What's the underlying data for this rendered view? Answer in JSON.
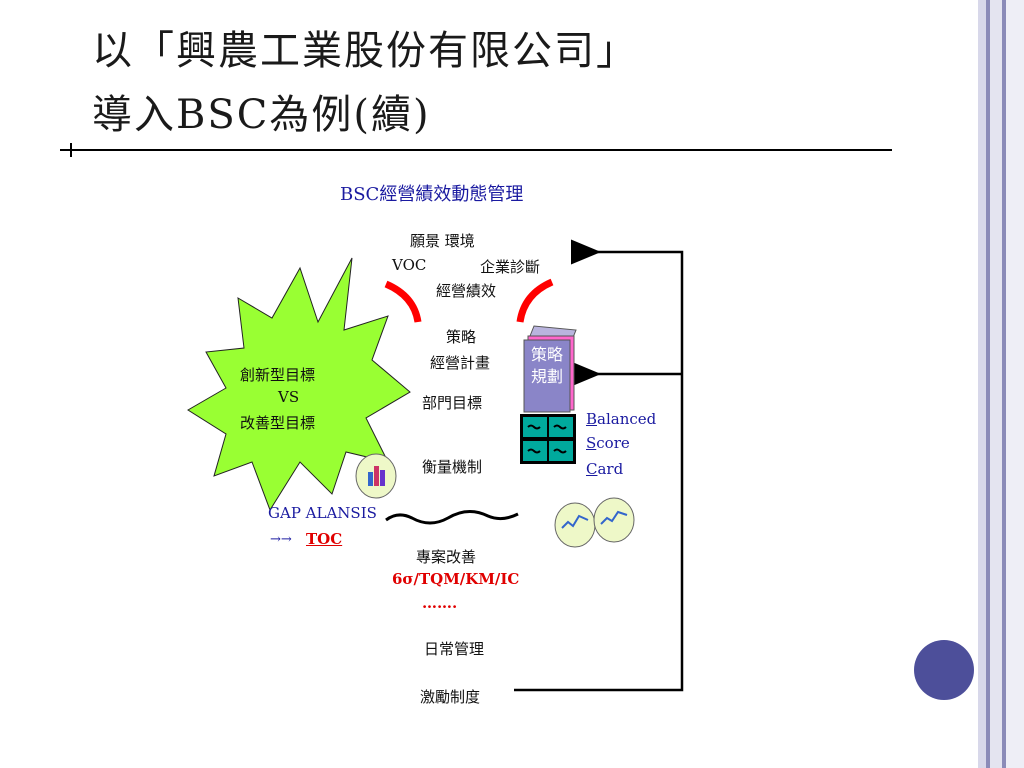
{
  "title": {
    "line1": "以「興農工業股份有限公司」",
    "line2": "導入BSC為例(續)"
  },
  "diagram": {
    "heading": "BSC經營績效動態管理",
    "vision": "願景 環境",
    "voc": "VOC",
    "diagnosis": "企業診斷",
    "performance": "經營績效",
    "strategy": "策略",
    "business_plan": "經營計畫",
    "dept_goals": "部門目標",
    "measurement": "衡量機制",
    "project_improvement": "專案改善",
    "methods": "6σ/TQM/KM/IC",
    "ellipsis": "…….",
    "daily_mgmt": "日常管理",
    "incentive": "激勵制度",
    "star_line1": "創新型目標",
    "star_line2": "VS",
    "star_line3": "改善型目標",
    "gap": "GAP ALANSIS",
    "toc_arrow": "→→",
    "toc": "TOC",
    "book_line1": "策略",
    "book_line2": "規劃",
    "bsc": {
      "b_initial": "B",
      "b_rest": "alanced",
      "s_initial": "S",
      "s_rest": "core",
      "c_initial": "C",
      "c_rest": "ard"
    }
  },
  "colors": {
    "star_fill": "#99ff33",
    "arc": "#ff0000",
    "book": "#8a85c8",
    "grid": "#00a99d",
    "accent_dot": "#4d4f9a"
  }
}
